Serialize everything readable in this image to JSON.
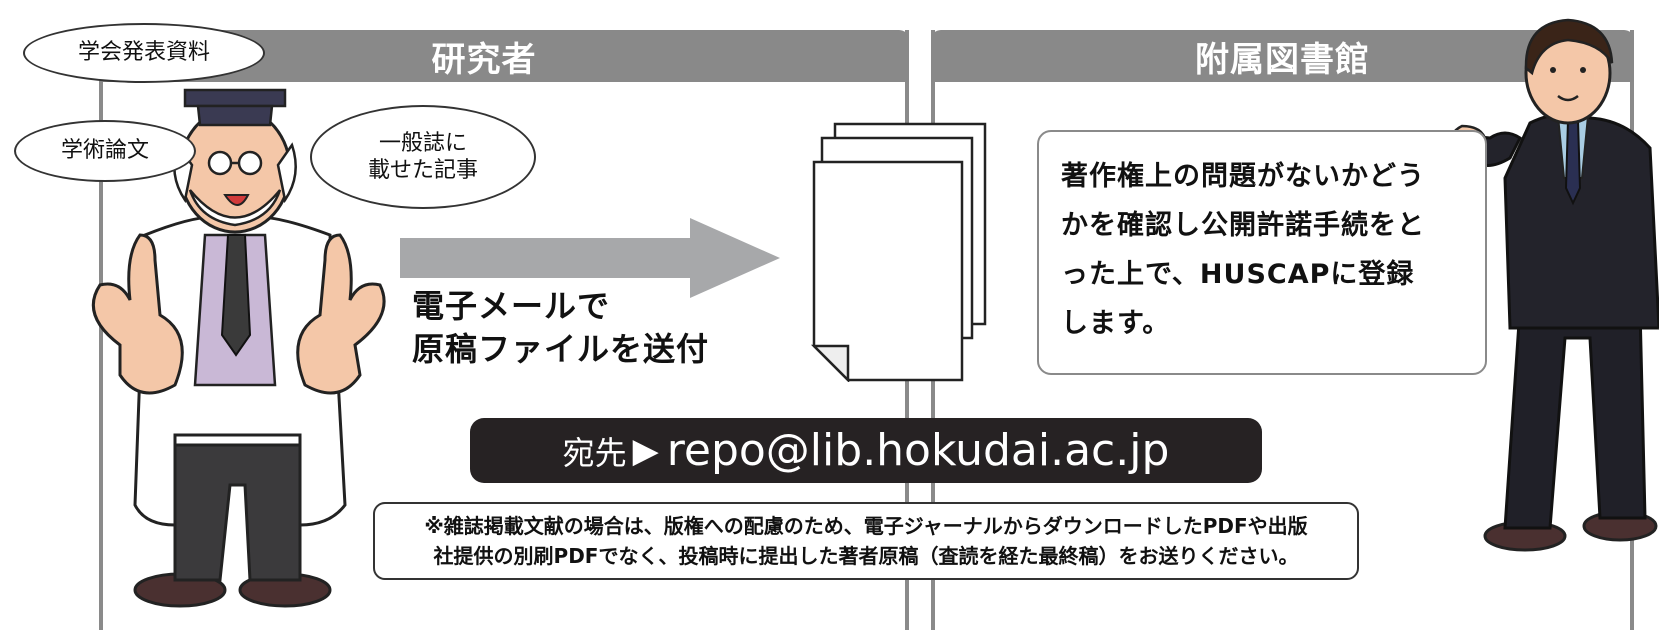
{
  "panels": {
    "researcher": {
      "title": "研究者"
    },
    "library": {
      "title": "附属図書館"
    }
  },
  "bubbles": {
    "conference": "学会発表資料",
    "academic_paper": "学術論文",
    "general_magazine_line1": "一般誌に",
    "general_magazine_line2": "載せた記事"
  },
  "send": {
    "line1": "電子メールで",
    "line2": "原稿ファイルを送付"
  },
  "library_box": {
    "line1": "著作権上の問題がないかどう",
    "line2": "かを確認し公開許諾手続をと",
    "line3": "った上で、HUSCAPに登録",
    "line4": "します。"
  },
  "address": {
    "prefix": "宛先",
    "marker": "▶",
    "email": "repo@lib.hokudai.ac.jp"
  },
  "note": {
    "line1": "※雑誌掲載文献の場合は、版権への配慮のため、電子ジャーナルからダウンロードしたPDFや出版",
    "line2": "社提供の別刷PDFでなく、投稿時に提出した著者原稿（査読を経た最終稿）をお送りください。"
  },
  "colors": {
    "panel_header": "#898989",
    "pill": "#262223",
    "arrow": "#a7a8aa"
  },
  "icons": [
    "professor-illustration",
    "librarian-illustration",
    "arrow-right-icon",
    "document-stack-icon"
  ]
}
